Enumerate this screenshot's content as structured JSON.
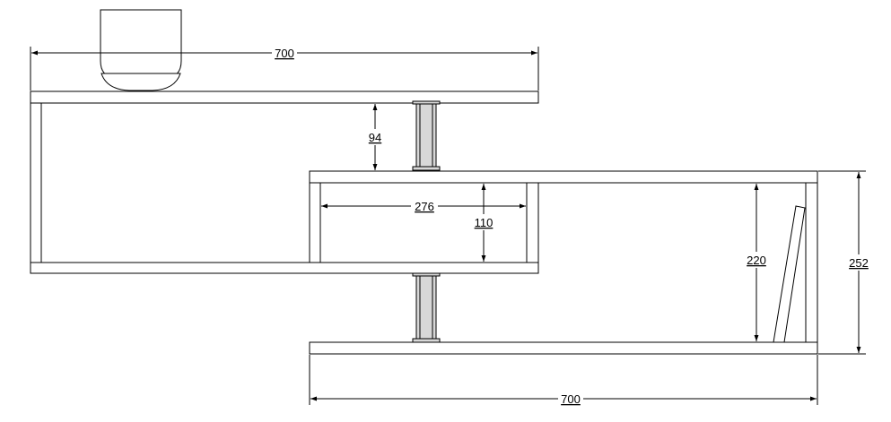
{
  "dimensions": {
    "top_shelf_width": "700",
    "bottom_shelf_width": "700",
    "upper_gap": "94",
    "middle_inner_width": "276",
    "middle_inner_height": "110",
    "right_inner_height": "220",
    "overall_height": "252"
  }
}
